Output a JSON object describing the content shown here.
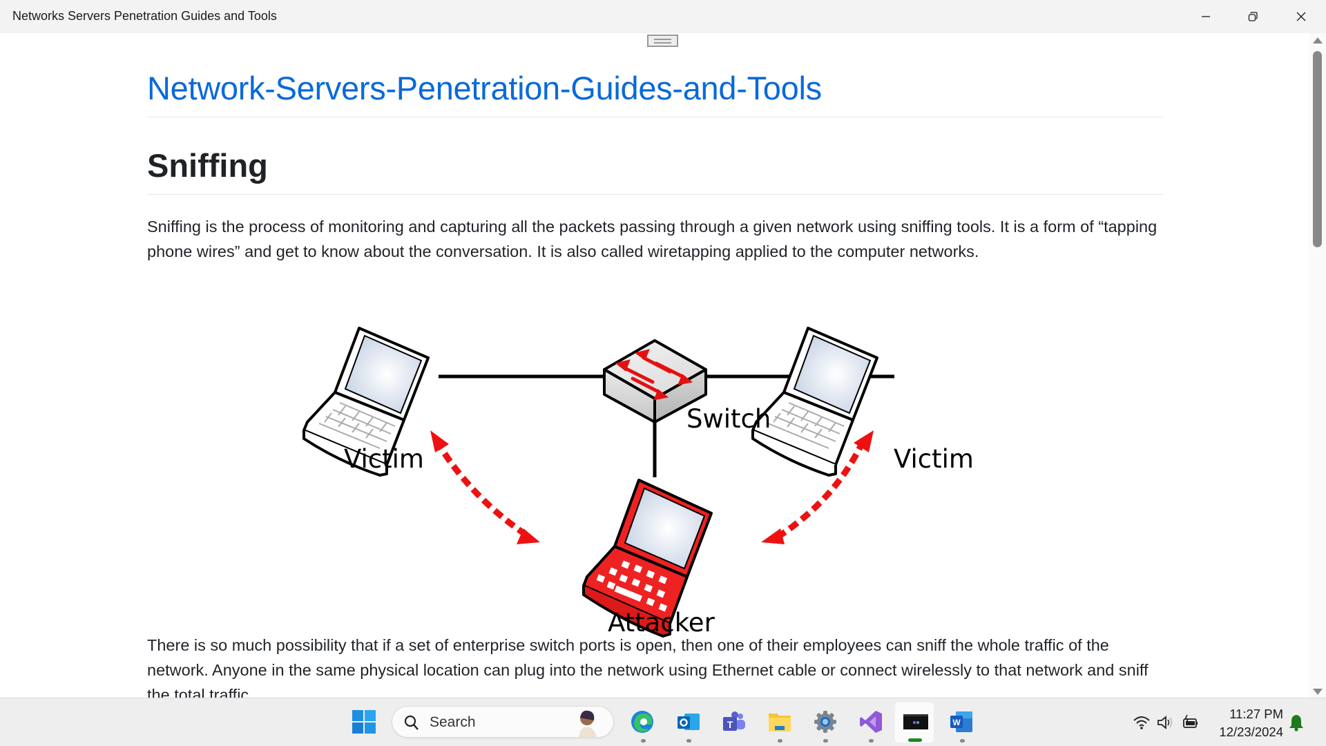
{
  "window": {
    "title": "Networks Servers Penetration Guides and Tools",
    "controls": {
      "minimize": "minimize",
      "restore": "restore",
      "close": "close"
    }
  },
  "page": {
    "h1": "Network-Servers-Penetration-Guides-and-Tools",
    "h2": "Sniffing",
    "paragraphs": [
      "Sniffing is the process of monitoring and capturing all the packets passing through a given network using sniffing tools. It is a form of “tapping phone wires” and get to know about the conversation. It is also called wiretapping applied to the computer networks.",
      "There is so much possibility that if a set of enterprise switch ports is open, then one of their employees can sniff the whole traffic of the network. Anyone in the same physical location can plug into the network using Ethernet cable or connect wirelessly to that network and sniff the total traffic."
    ]
  },
  "diagram": {
    "nodes": {
      "victim_left": "Victim",
      "switch": "Switch",
      "victim_right": "Victim",
      "attacker": "Attacker"
    },
    "colors": {
      "attack": "#ee1111",
      "link": "#000000",
      "screen": "#d8e2f0"
    }
  },
  "taskbar": {
    "search_label": "Search",
    "apps": [
      "Start",
      "Microsoft Edge",
      "Outlook",
      "Microsoft Teams",
      "File Explorer",
      "Settings",
      "Visual Studio",
      "Active window",
      "Microsoft Word"
    ],
    "time": "11:27 PM",
    "date": "12/23/2024",
    "accent": "#1c8a1c"
  }
}
